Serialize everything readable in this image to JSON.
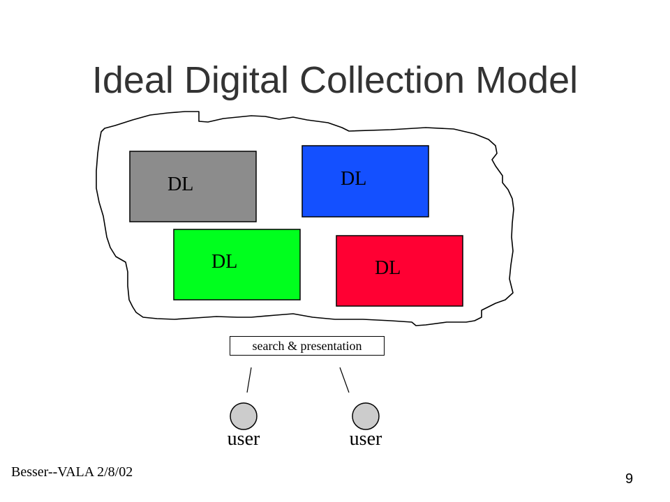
{
  "slide": {
    "title": "Ideal Digital Collection Model",
    "libraries": [
      {
        "label": "DL",
        "color": "#8c8c8c"
      },
      {
        "label": "DL",
        "color": "#1450ff"
      },
      {
        "label": "DL",
        "color": "#00ff1e"
      },
      {
        "label": "DL",
        "color": "#ff0033"
      }
    ],
    "search_label": "search & presentation",
    "users": [
      {
        "label": "user",
        "color": "#cccccc"
      },
      {
        "label": "user",
        "color": "#cccccc"
      }
    ],
    "footer": "Besser--VALA  2/8/02",
    "page_number": "9"
  }
}
